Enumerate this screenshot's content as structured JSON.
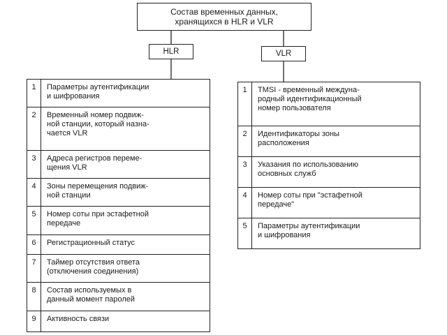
{
  "root": {
    "title": "Состав временных данных,\nхранящихся в HLR  и VLR"
  },
  "columns": [
    {
      "label": "HLR",
      "items": [
        {
          "num": "1",
          "text": "Параметры аутентификации\nи шифрования"
        },
        {
          "num": "2",
          "text": "Временный номер подвиж-\nной станции, который назна-\nчается VLR"
        },
        {
          "num": "3",
          "text": "Адреса регистров переме-\nщения VLR"
        },
        {
          "num": "4",
          "text": "Зоны перемещения подвиж-\nной станции"
        },
        {
          "num": "5",
          "text": "Номер соты при эстафетной\nпередаче"
        },
        {
          "num": "6",
          "text": "Регистрационный статус"
        },
        {
          "num": "7",
          "text": "Таймер отсутствия ответа\n(отключения соединения)"
        },
        {
          "num": "8",
          "text": "Состав используемых в\nданный момент паролей"
        },
        {
          "num": "9",
          "text": "Активность связи"
        }
      ]
    },
    {
      "label": "VLR",
      "items": [
        {
          "num": "1",
          "text": "TMSI - временный междуна-\nродный идентификационный\nномер пользователя"
        },
        {
          "num": "2",
          "text": "Идентификаторы зоны\nрасположения"
        },
        {
          "num": "3",
          "text": "Указания по использованию\nосновных служб"
        },
        {
          "num": "4",
          "text": "Номер соты при \"эстафетной\nпередаче\""
        },
        {
          "num": "5",
          "text": "Параметры аутентификации\nи шифрования"
        }
      ]
    }
  ]
}
